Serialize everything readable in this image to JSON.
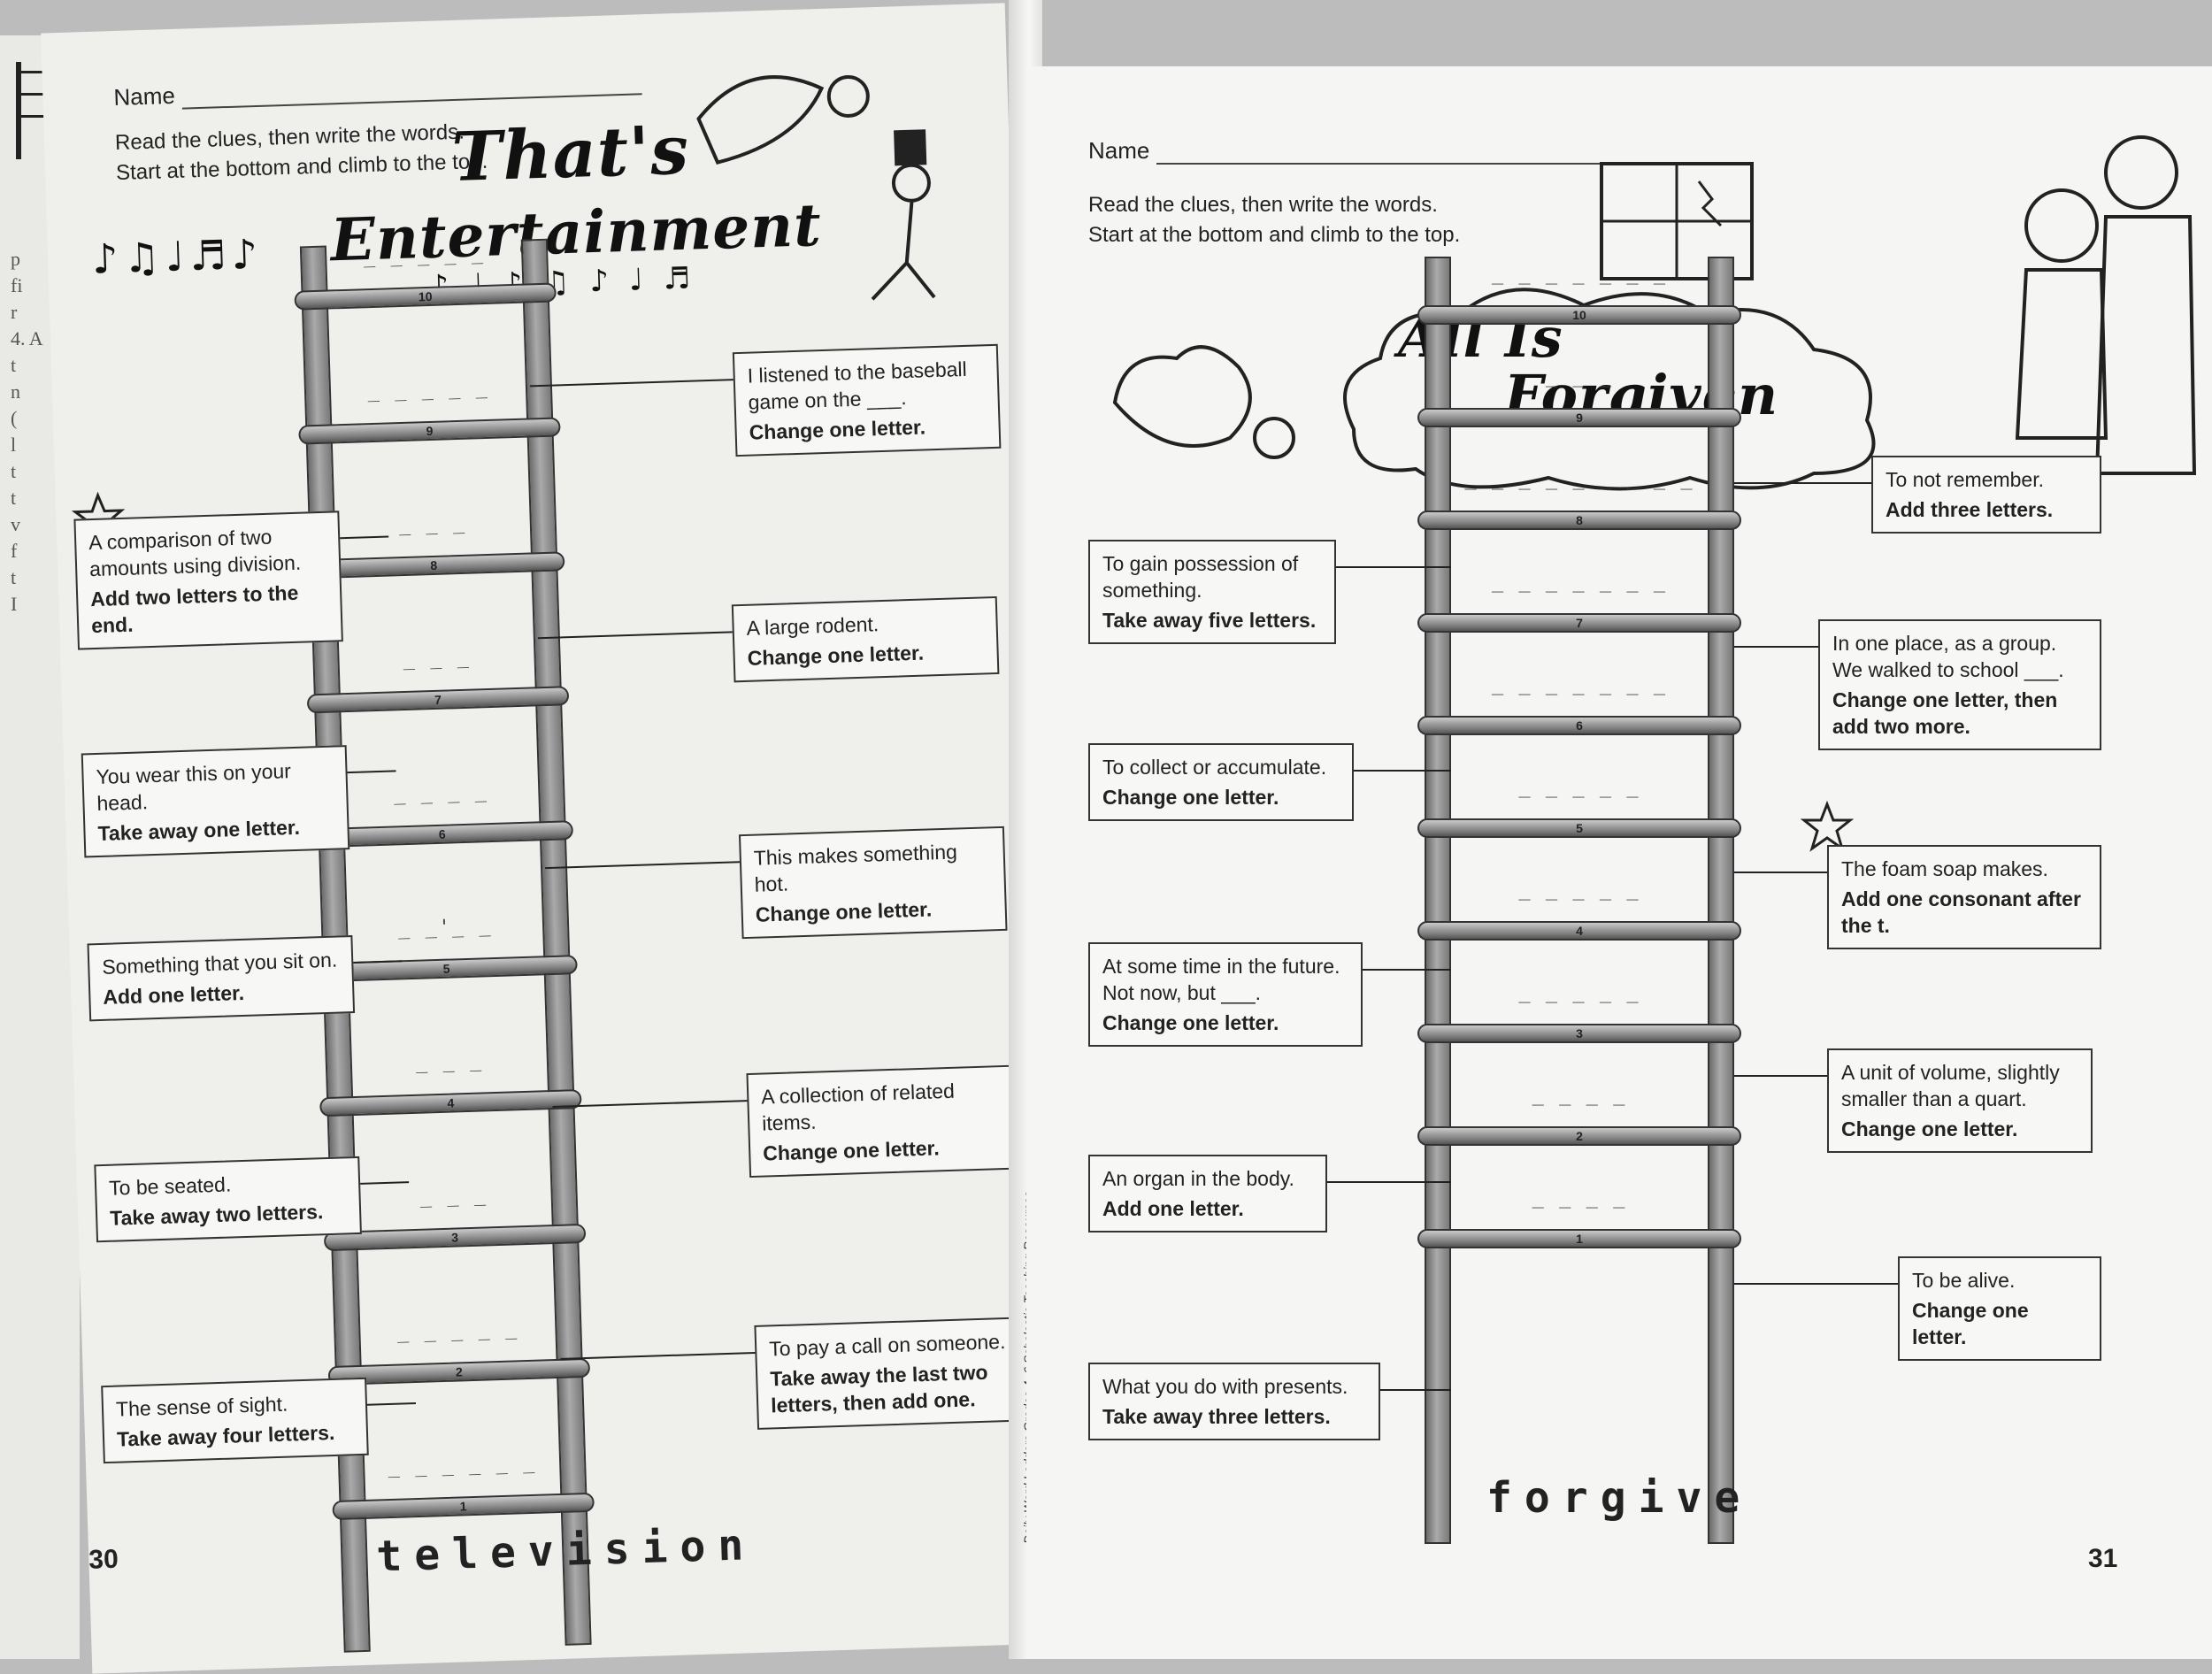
{
  "prev_page_fragments": [
    "p",
    "fi",
    "r",
    "4. A",
    "t",
    "n",
    "(",
    "l",
    "t",
    "t",
    "v",
    "f",
    "t",
    "I"
  ],
  "spine_credit": "Daily Word Ladders Grades 4–6  Scholastic Teaching Resources",
  "left": {
    "name_label": "Name",
    "instructions": [
      "Read the clues, then write the words.",
      "Start at the bottom and climb to the top."
    ],
    "title_line1": "That's",
    "title_line2": "Entertainment",
    "start_word": "television",
    "page_number": "30",
    "rungs": [
      {
        "num": "10",
        "blanks": "_ _ _ _ _"
      },
      {
        "num": "9",
        "blanks": "_ _ _ _ _"
      },
      {
        "num": "8",
        "blanks": "_ _ _"
      },
      {
        "num": "7",
        "blanks": "_ _ _"
      },
      {
        "num": "6",
        "blanks": "_ _ _ _"
      },
      {
        "num": "5",
        "blanks": "_ _'_ _"
      },
      {
        "num": "4",
        "blanks": "_ _ _"
      },
      {
        "num": "3",
        "blanks": "_ _ _"
      },
      {
        "num": "2",
        "blanks": "_ _ _ _ _"
      },
      {
        "num": "1",
        "blanks": "_ _ _ _ _ _"
      }
    ],
    "clues": [
      {
        "text": "I listened to the baseball game on the ___.",
        "instr": "Change one letter."
      },
      {
        "text": "A comparison of two amounts using division.",
        "instr": "Add two letters to the end."
      },
      {
        "text": "A large rodent.",
        "instr": "Change one letter."
      },
      {
        "text": "You wear this on your head.",
        "instr": "Take away one letter."
      },
      {
        "text": "This makes something hot.",
        "instr": "Change one letter."
      },
      {
        "text": "Something that you sit on.",
        "instr": "Add one letter."
      },
      {
        "text": "A collection of related items.",
        "instr": "Change one letter."
      },
      {
        "text": "To be seated.",
        "instr": "Take away two letters."
      },
      {
        "text": "To pay a call on someone.",
        "instr": "Take away the last two letters, then add one."
      },
      {
        "text": "The sense of sight.",
        "instr": "Take away four letters."
      }
    ]
  },
  "right": {
    "name_label": "Name",
    "instructions": [
      "Read the clues, then write the words.",
      "Start at the bottom and climb to the top."
    ],
    "title_line1": "All Is",
    "title_line2": "Forgiven",
    "start_word": "forgive",
    "page_number": "31",
    "rungs": [
      {
        "num": "10",
        "blanks": "_ _ _ _ _ _ _"
      },
      {
        "num": "9",
        "blanks": "_ _ _"
      },
      {
        "num": "8",
        "blanks": "_ _ _ _ _ _ _ _ _"
      },
      {
        "num": "7",
        "blanks": "_ _ _ _ _ _ _"
      },
      {
        "num": "6",
        "blanks": "_ _ _ _ _ _ _"
      },
      {
        "num": "5",
        "blanks": "_ _ _ _ _"
      },
      {
        "num": "4",
        "blanks": "_ _ _ _ _"
      },
      {
        "num": "3",
        "blanks": "_ _ _ _ _"
      },
      {
        "num": "2",
        "blanks": "_ _ _ _"
      },
      {
        "num": "1",
        "blanks": "_ _ _ _"
      }
    ],
    "clues": [
      {
        "text": "To not remember.",
        "instr": "Add three letters."
      },
      {
        "text": "To gain possession of something.",
        "instr": "Take away five letters."
      },
      {
        "text": "In one place, as a group. We walked to school ___.",
        "instr": "Change one letter, then add two more."
      },
      {
        "text": "To collect or accumulate.",
        "instr": "Change one letter."
      },
      {
        "text": "The foam soap makes.",
        "instr": "Add one consonant after the t."
      },
      {
        "text": "At some time in the future. Not now, but ___.",
        "instr": "Change one letter."
      },
      {
        "text": "A unit of volume, slightly smaller than a quart.",
        "instr": "Change one letter."
      },
      {
        "text": "An organ in the body.",
        "instr": "Add one letter."
      },
      {
        "text": "To be alive.",
        "instr": "Change one letter."
      },
      {
        "text": "What you do with presents.",
        "instr": "Take away three letters."
      }
    ]
  }
}
